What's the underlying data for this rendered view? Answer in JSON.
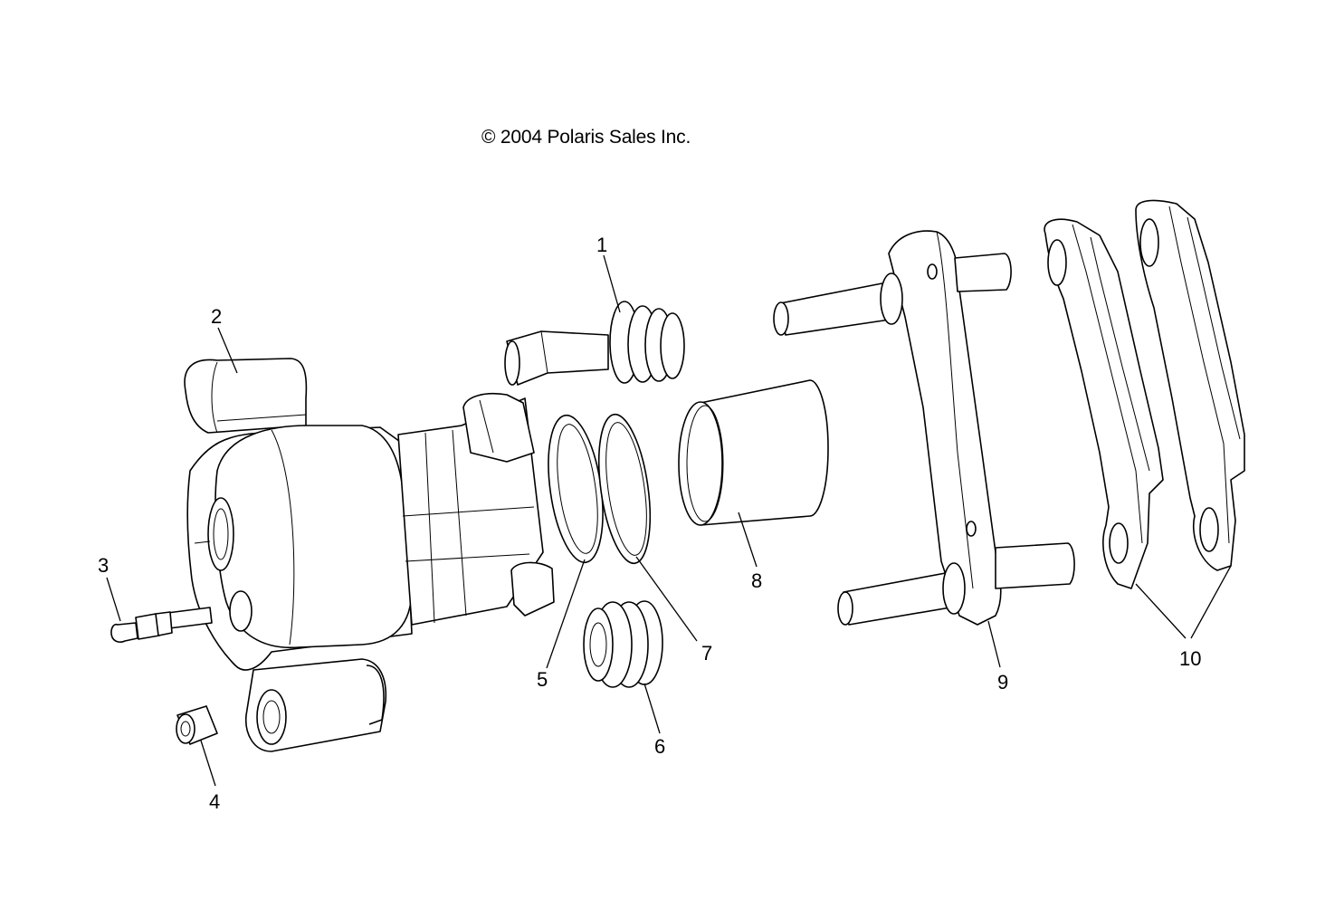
{
  "copyright": "© 2004 Polaris Sales Inc.",
  "callouts": [
    "1",
    "2",
    "3",
    "4",
    "5",
    "6",
    "7",
    "8",
    "9",
    "10"
  ]
}
